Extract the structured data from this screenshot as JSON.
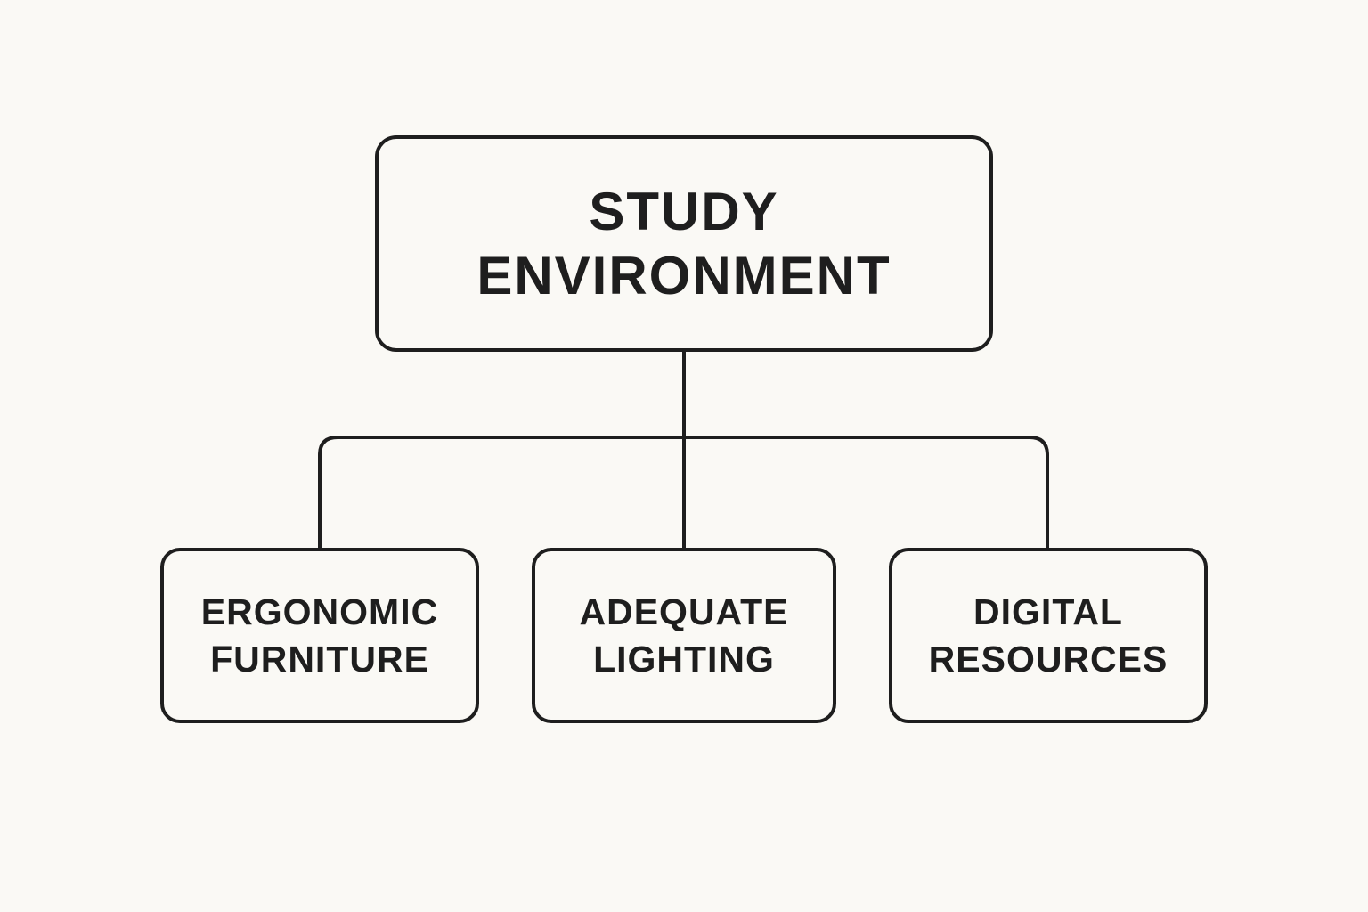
{
  "diagram": {
    "root": {
      "lines": [
        "STUDY",
        "ENVIRONMENT"
      ]
    },
    "children": [
      {
        "lines": [
          "ERGONOMIC",
          "FURNITURE"
        ]
      },
      {
        "lines": [
          "ADEQUATE",
          "LIGHTING"
        ]
      },
      {
        "lines": [
          "DIGITAL",
          "RESOURCES"
        ]
      }
    ]
  },
  "colors": {
    "background": "#faf9f5",
    "stroke": "#1e1e1e",
    "text": "#1e1e1e"
  }
}
